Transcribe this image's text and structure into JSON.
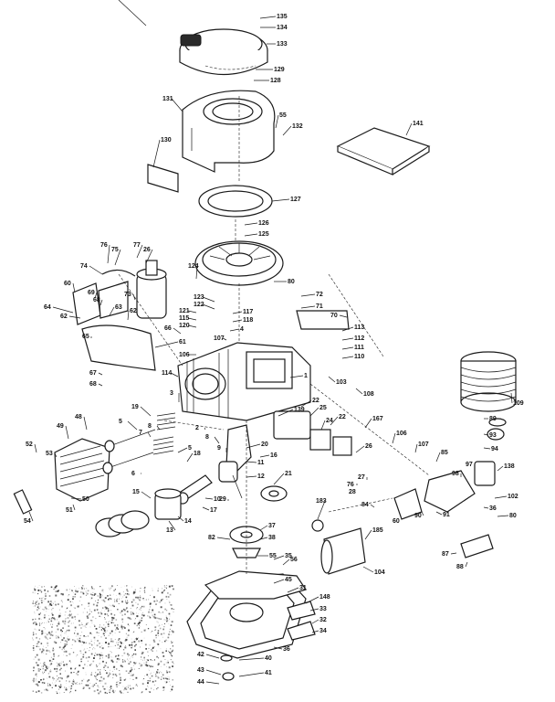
{
  "callouts": {
    "c135": "135",
    "c134": "134",
    "c133": "133",
    "c129": "129",
    "c128": "128",
    "c131": "131",
    "c55a": "55",
    "c132": "132",
    "c130": "130",
    "c127": "127",
    "c141": "141",
    "c126": "126",
    "c125": "125",
    "c76": "76",
    "c75": "75",
    "c77": "77",
    "c26a": "26",
    "c74": "74",
    "c124": "124",
    "c80a": "80",
    "c60a": "60",
    "c69": "69",
    "c68": "68",
    "c64": "64",
    "c62a": "62",
    "c63": "63",
    "c73": "73",
    "c62b": "62",
    "c123": "123",
    "c122": "122",
    "c121": "121",
    "c115": "115",
    "c120": "120",
    "c117": "117",
    "c118": "118",
    "c72": "72",
    "c71": "71",
    "c70": "70",
    "c66": "66",
    "c65": "65",
    "c61": "61",
    "c106a": "106",
    "c4a": "4",
    "c107a": "107",
    "c113": "113",
    "c112": "112",
    "c111": "111",
    "c110": "110",
    "c67": "67",
    "c68b": "68",
    "c114": "114",
    "c1": "1",
    "c103": "103",
    "c108": "108",
    "c109": "109",
    "c3": "3",
    "c19": "19",
    "c8": "8",
    "c139": "139",
    "c22a": "22",
    "c25": "25",
    "c89": "89",
    "c93": "93",
    "c5a": "5",
    "c7": "7",
    "c2": "2",
    "c49": "49",
    "c48": "48",
    "c5b": "5",
    "c18": "18",
    "c20": "20",
    "c22b": "22",
    "c24": "24",
    "c167": "167",
    "c94": "94",
    "c52": "52",
    "c53": "53",
    "c8b": "8",
    "c9": "9",
    "c11": "11",
    "c16": "16",
    "c26b": "26",
    "c106b": "106",
    "c107b": "107",
    "c85": "85",
    "c97": "97",
    "c98": "98",
    "c138": "138",
    "c6": "6",
    "c12": "12",
    "c21": "21",
    "c27": "27",
    "c28": "28",
    "c76b": "76",
    "c102": "102",
    "c50": "50",
    "c51": "51",
    "c15": "15",
    "c10": "10",
    "c29": "29",
    "c17": "17",
    "c84": "84",
    "c60b": "60",
    "c90": "90",
    "c91": "91",
    "c183": "183",
    "c36a": "36",
    "c80b": "80",
    "c54": "54",
    "c14": "14",
    "c13": "13",
    "c37": "37",
    "c38": "38",
    "c82": "82",
    "c185": "185",
    "c87": "87",
    "c88": "88",
    "c55b": "55",
    "c35": "35",
    "c104": "104",
    "c56": "56",
    "c45": "45",
    "c31": "31",
    "c148": "148",
    "c33": "33",
    "c32": "32",
    "c34": "34",
    "c36b": "36",
    "c42": "42",
    "c40": "40",
    "c43": "43",
    "c41": "41",
    "c44": "44"
  }
}
